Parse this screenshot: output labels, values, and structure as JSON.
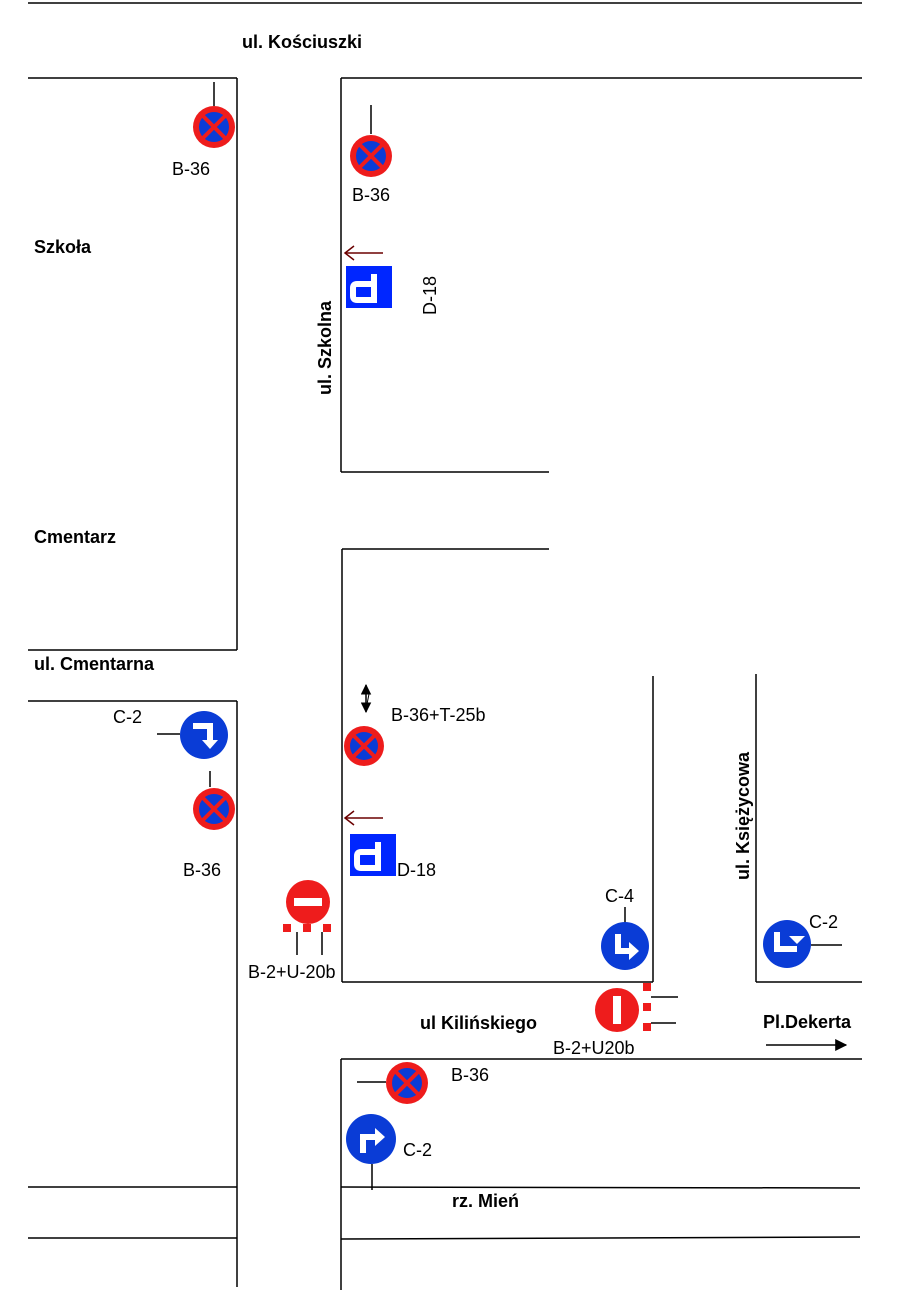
{
  "streets": {
    "kosciuszki": "ul. Kościuszki",
    "szkolna": "ul. Szkolna",
    "cmentarna": "ul. Cmentarna",
    "ksiezycowa": "ul. Księżycowa",
    "kilinskiego": "ul Kilińskiego",
    "pl_dekerta": "Pl.Dekerta",
    "rz_mien": "rz. Mień"
  },
  "places": {
    "szkola": "Szkoła",
    "cmentarz": "Cmentarz"
  },
  "sign_labels": {
    "b36": "B-36",
    "d18": "D-18",
    "b36_t25b": "B-36+T-25b",
    "c2": "C-2",
    "c4": "C-4",
    "b2_u20b_hyphen": "B-2+U-20b",
    "b2_u20b": "B-2+U20b"
  },
  "colors": {
    "sign_blue": "#0a3cd6",
    "sign_red": "#ee1c1c",
    "parking_blue": "#0026ff",
    "arrow_dark_red": "#6b0000"
  }
}
